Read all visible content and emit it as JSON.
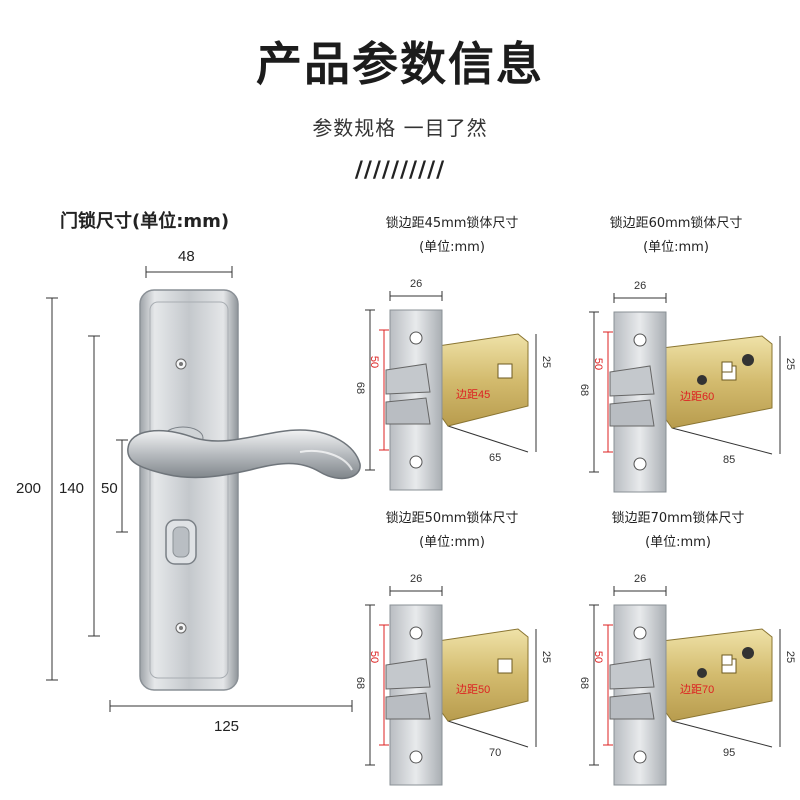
{
  "header": {
    "title": "产品参数信息",
    "subtitle": "参数规格 一目了然",
    "divider": "//////////"
  },
  "door_lock": {
    "section_title": "门锁尺寸(单位:mm)",
    "handle_width": "48",
    "plate_height": "200",
    "screw_spacing": "140",
    "handle_height": "50",
    "total_length": "125"
  },
  "latches": [
    {
      "title": "锁边距45mm锁体尺寸",
      "unit": "(单位:mm)",
      "plate_width": "26",
      "plate_height": "68",
      "inner_height": "50",
      "right_height": "25",
      "body_length": "65",
      "backset_label": "边距45"
    },
    {
      "title": "锁边距60mm锁体尺寸",
      "unit": "(单位:mm)",
      "plate_width": "26",
      "plate_height": "68",
      "inner_height": "50",
      "right_height": "25",
      "body_length": "85",
      "backset_label": "边距60"
    },
    {
      "title": "锁边距50mm锁体尺寸",
      "unit": "(单位:mm)",
      "plate_width": "26",
      "plate_height": "68",
      "inner_height": "50",
      "right_height": "25",
      "body_length": "70",
      "backset_label": "边距50"
    },
    {
      "title": "锁边距70mm锁体尺寸",
      "unit": "(单位:mm)",
      "plate_width": "26",
      "plate_height": "68",
      "inner_height": "50",
      "right_height": "25",
      "body_length": "95",
      "backset_label": "边距70"
    }
  ],
  "colors": {
    "steel": "#c9ccd0",
    "brass": "#d8c07a",
    "red_dim": "#d22222"
  }
}
